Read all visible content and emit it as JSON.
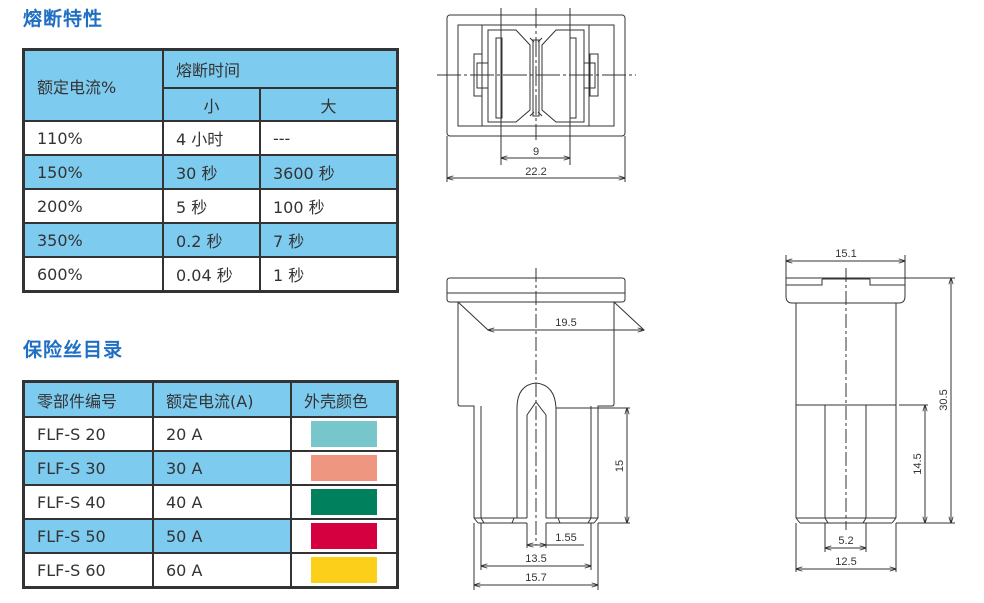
{
  "fusing_section": {
    "title": "熔断特性",
    "header": {
      "rated_current": "额定电流%",
      "fusing_time": "熔断时间",
      "min": "小",
      "max": "大"
    },
    "rows": [
      {
        "current": "110%",
        "min": "4 小时",
        "max": "---"
      },
      {
        "current": "150%",
        "min": "30 秒",
        "max": "3600 秒"
      },
      {
        "current": "200%",
        "min": "5 秒",
        "max": "100 秒"
      },
      {
        "current": "350%",
        "min": "0.2 秒",
        "max": "7 秒"
      },
      {
        "current": "600%",
        "min": "0.04 秒",
        "max": "1 秒"
      }
    ]
  },
  "catalog_section": {
    "title": "保险丝目录",
    "header": {
      "part_number": "零部件编号",
      "rated_current": "额定电流(A)",
      "housing_color": "外壳颜色"
    },
    "rows": [
      {
        "part": "FLF-S 20",
        "current": "20 A",
        "color": "#76c6cb"
      },
      {
        "part": "FLF-S 30",
        "current": "30 A",
        "color": "#ef9680"
      },
      {
        "part": "FLF-S 40",
        "current": "40 A",
        "color": "#00805c"
      },
      {
        "part": "FLF-S 50",
        "current": "50 A",
        "color": "#d4003f"
      },
      {
        "part": "FLF-S 60",
        "current": "60 A",
        "color": "#fccf1b"
      }
    ]
  },
  "drawings": {
    "top_view": {
      "pin_spacing": "9",
      "width": "22.2"
    },
    "front_view": {
      "inner_width": "19.5",
      "blade_height": "15",
      "blade_thickness": "1.55",
      "blade_span": "13.5",
      "base_width": "15.7"
    },
    "side_view": {
      "top_width": "15.1",
      "total_height": "30.5",
      "lower_height": "14.5",
      "slot_width": "5.2",
      "base_width": "12.5"
    }
  },
  "colors": {
    "title": "#1f6fc4",
    "header_fill": "#7ecbf0",
    "border": "#333333"
  }
}
